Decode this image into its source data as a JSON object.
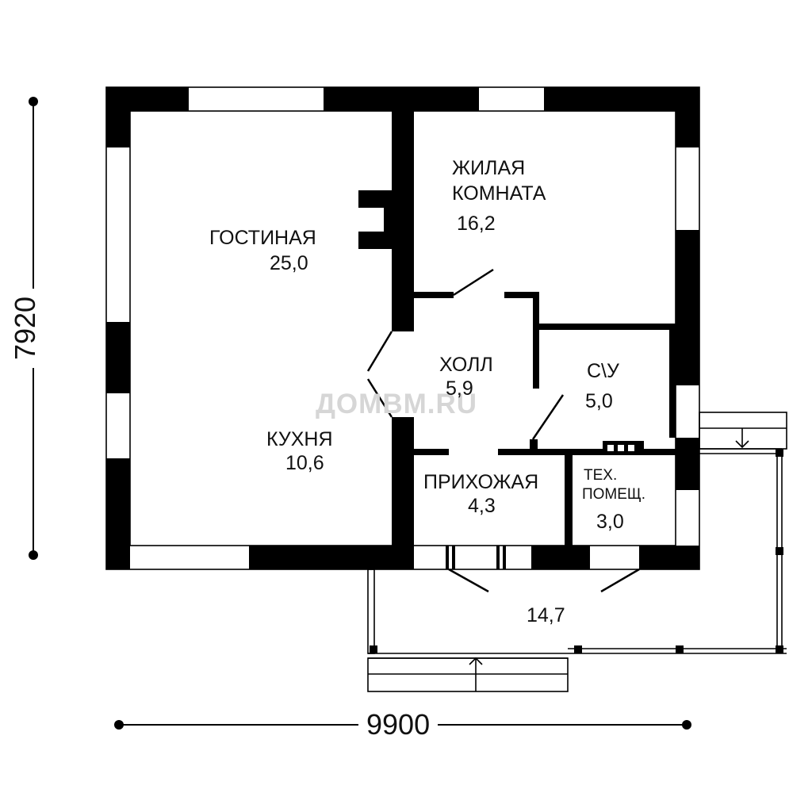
{
  "plan": {
    "rooms": [
      {
        "name": "ГОСТИНАЯ",
        "area": "25,0"
      },
      {
        "name_line1": "ЖИЛАЯ",
        "name_line2": "КОМНАТА",
        "area": "16,2"
      },
      {
        "name": "ХОЛЛ",
        "area": "5,9"
      },
      {
        "name": "С\\У",
        "area": "5,0"
      },
      {
        "name": "КУХНЯ",
        "area": "10,6"
      },
      {
        "name": "ПРИХОЖАЯ",
        "area": "4,3"
      },
      {
        "name_line1": "ТЕХ.",
        "name_line2": "ПОМЕЩ.",
        "area": "3,0"
      },
      {
        "area": "14,7"
      }
    ],
    "dimensions": {
      "width": "9900",
      "height": "7920"
    },
    "watermark": "ДОМВМ.RU"
  }
}
